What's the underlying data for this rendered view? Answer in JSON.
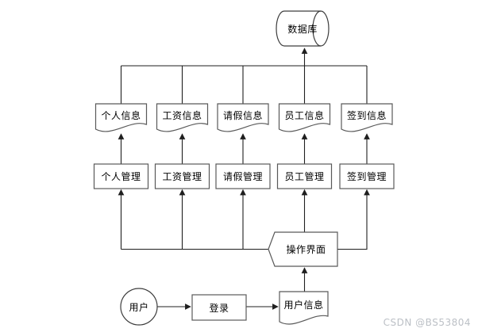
{
  "watermark": "CSDN @BS53804",
  "colors": {
    "background": "#ffffff",
    "connector_line": "#1f1f1f",
    "shape_border": "#595959",
    "watermark_text": "#bcc0c6"
  },
  "nodes": {
    "database": "数据库",
    "info": [
      "个人信息",
      "工资信息",
      "请假信息",
      "员工信息",
      "签到信息"
    ],
    "manage": [
      "个人管理",
      "工资管理",
      "请假管理",
      "员工管理",
      "签到管理"
    ],
    "operation": "操作界面",
    "user": "用户",
    "login": "登录",
    "user_info": "用户信息"
  }
}
